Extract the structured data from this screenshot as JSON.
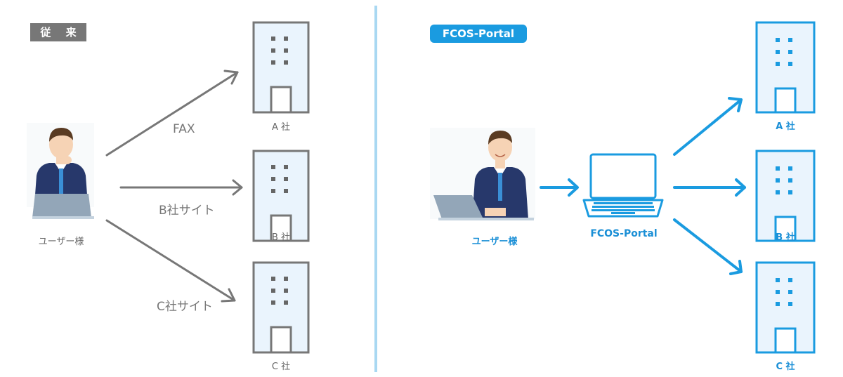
{
  "legacy": {
    "tag": "従 来",
    "user_label": "ユーザー様",
    "routes": {
      "fax": "FAX",
      "b_site": "B社サイト",
      "c_site": "C社サイト"
    },
    "buildings": {
      "a": "A 社",
      "b": "B 社",
      "c": "C 社"
    }
  },
  "portal": {
    "tag": "FCOS-Portal",
    "user_label": "ユーザー様",
    "laptop_label": "FCOS-Portal",
    "buildings": {
      "a": "A 社",
      "b": "B 社",
      "c": "C 社"
    }
  },
  "colors": {
    "legacy_gray": "#777777",
    "portal_blue": "#1a9be0",
    "divider": "#a9d8f2",
    "building_fill": "#eaf4fd",
    "suit_navy": "#27386b",
    "tie_blue": "#3a8fd6"
  }
}
